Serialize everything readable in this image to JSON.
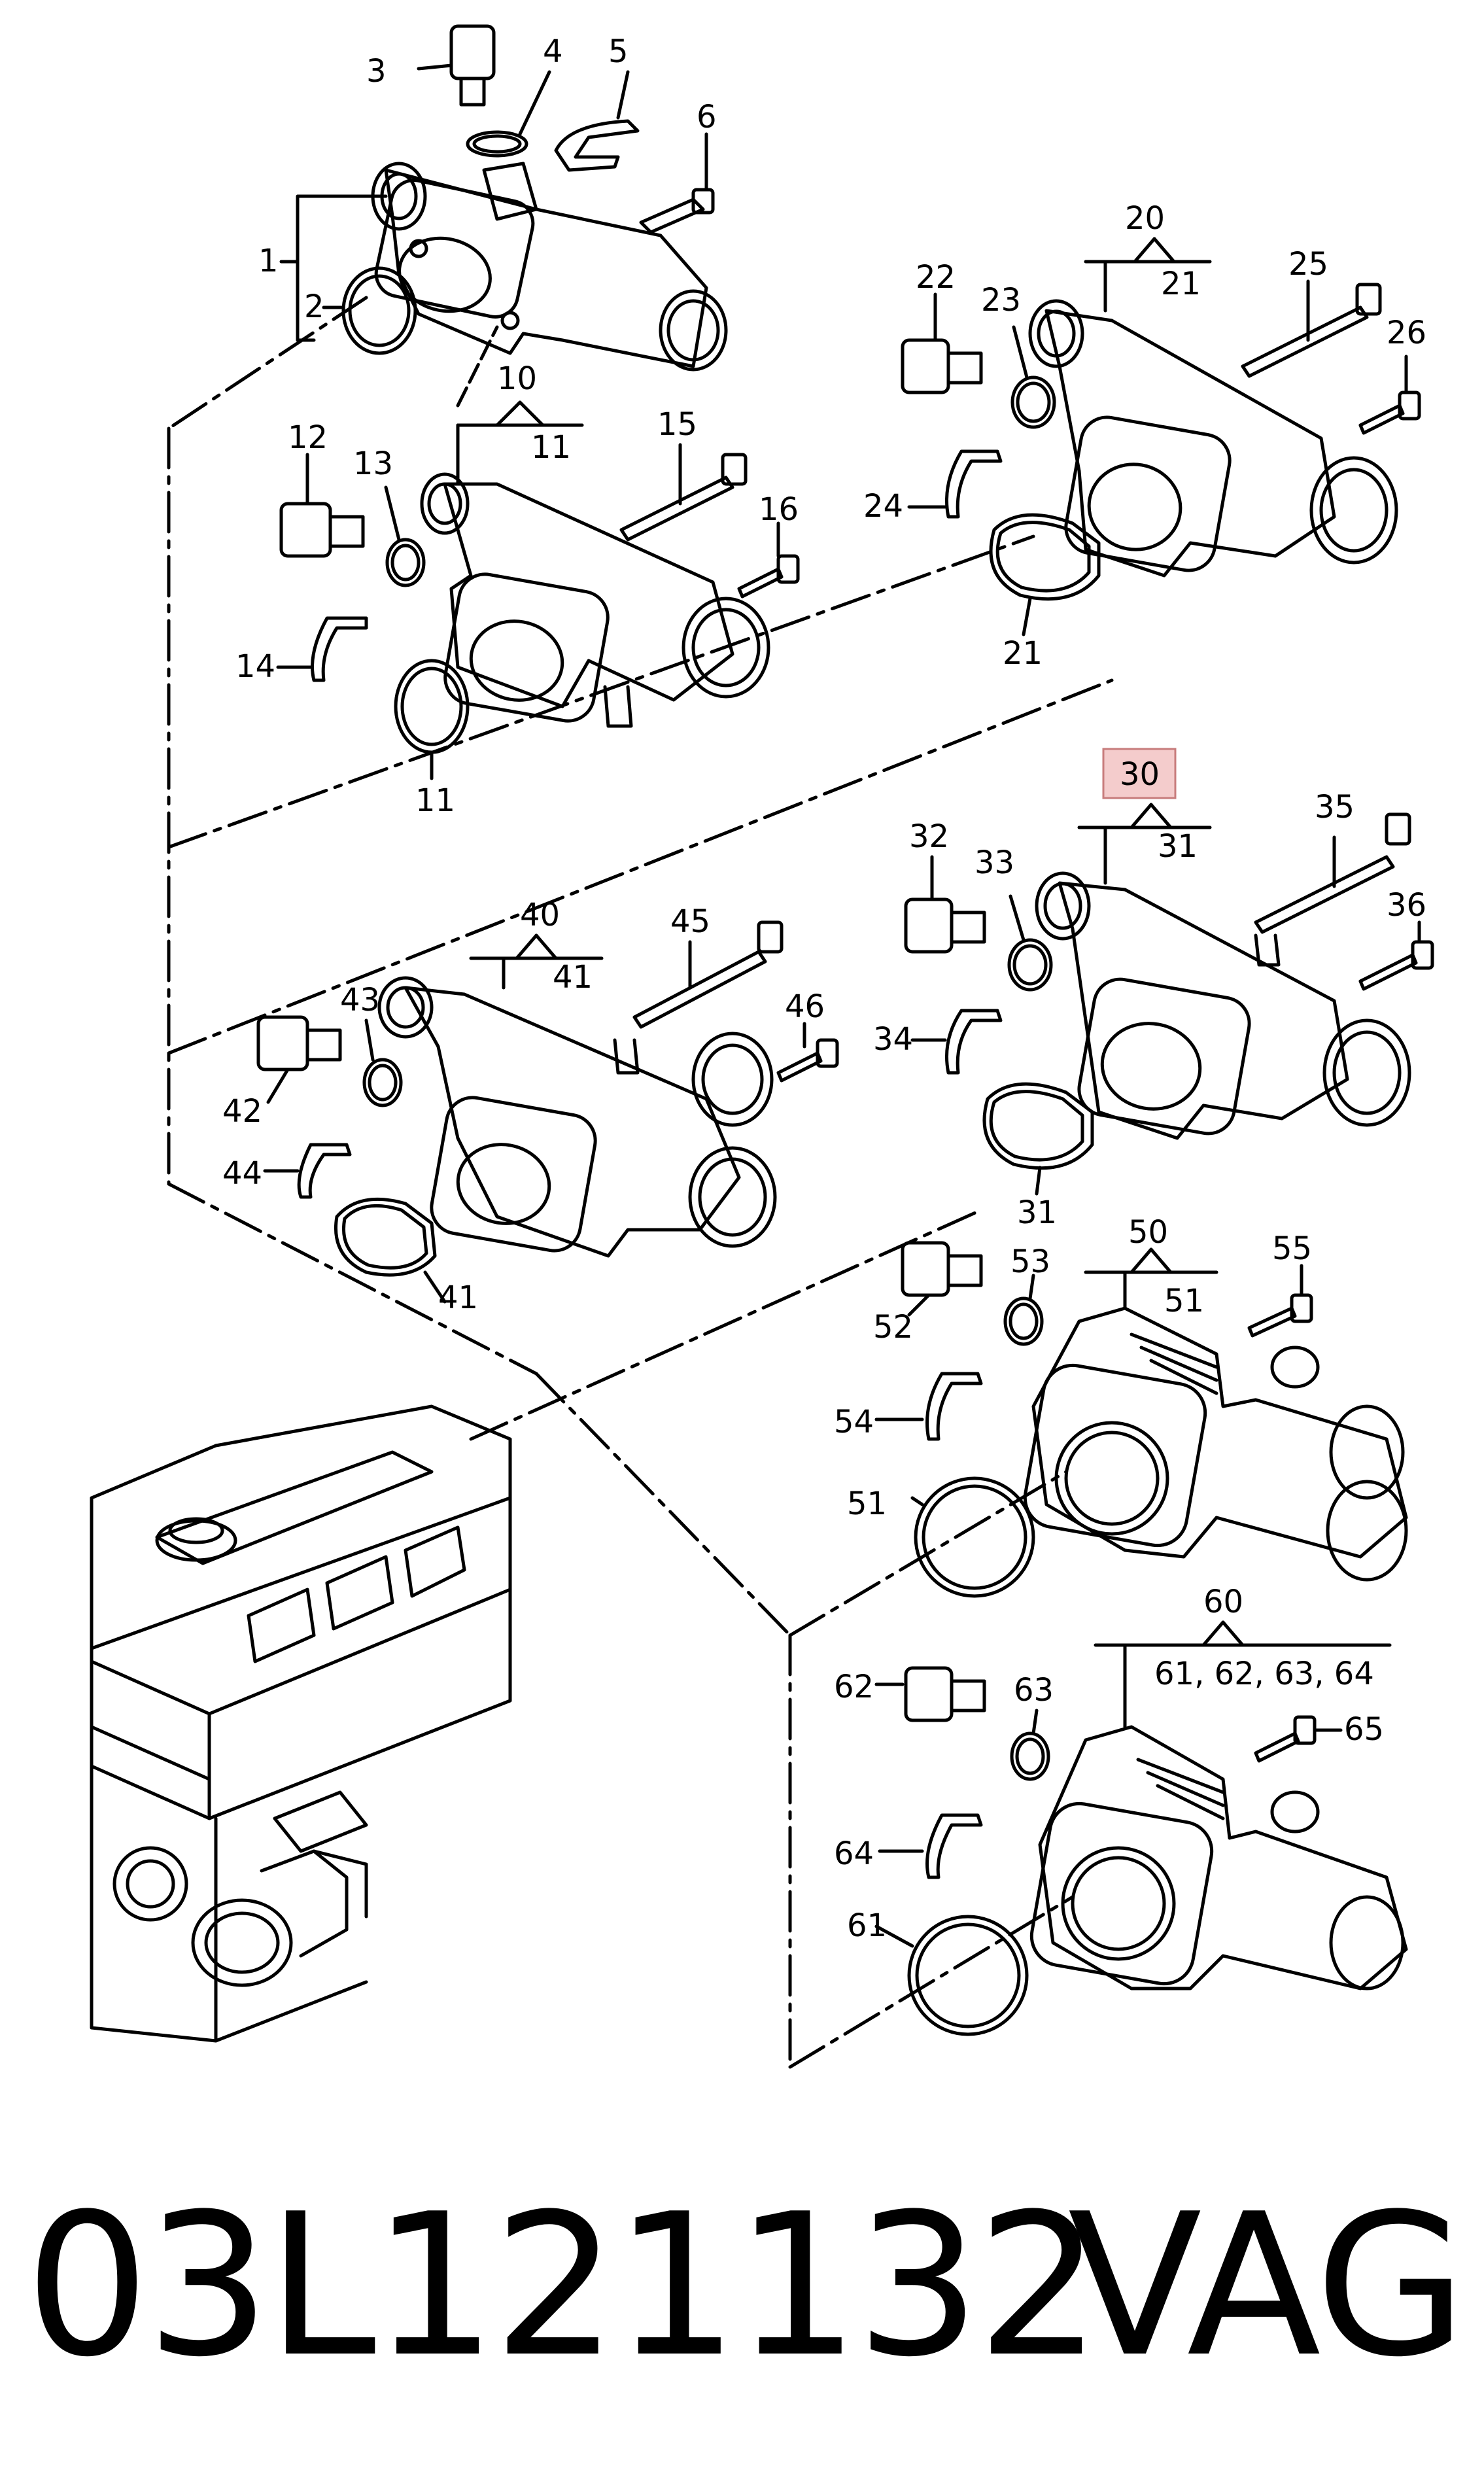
{
  "diagram": {
    "highlight_color": "#f4cccc",
    "highlight_border": "#c77c7c",
    "labels": {
      "l1": "1",
      "l2": "2",
      "l3": "3",
      "l4": "4",
      "l5": "5",
      "l6": "6",
      "l10": "10",
      "l11a": "11",
      "l11b": "11",
      "l12": "12",
      "l13": "13",
      "l14": "14",
      "l15": "15",
      "l16": "16",
      "l20": "20",
      "l21a": "21",
      "l21b": "21",
      "l22": "22",
      "l23": "23",
      "l24": "24",
      "l25": "25",
      "l26": "26",
      "l30": "30",
      "l31a": "31",
      "l31b": "31",
      "l32": "32",
      "l33": "33",
      "l34": "34",
      "l35": "35",
      "l36": "36",
      "l40": "40",
      "l41a": "41",
      "l41b": "41",
      "l42": "42",
      "l43": "43",
      "l44": "44",
      "l45": "45",
      "l46": "46",
      "l50": "50",
      "l51a": "51",
      "l51b": "51",
      "l52": "52",
      "l53": "53",
      "l54": "54",
      "l55": "55",
      "l60": "60",
      "l61a": "61, 62, 63, 64",
      "l61b": "61",
      "l62": "62",
      "l63": "63",
      "l64": "64",
      "l65": "65"
    }
  },
  "footer": {
    "part_number": "03L121132",
    "brand": "VAG"
  }
}
